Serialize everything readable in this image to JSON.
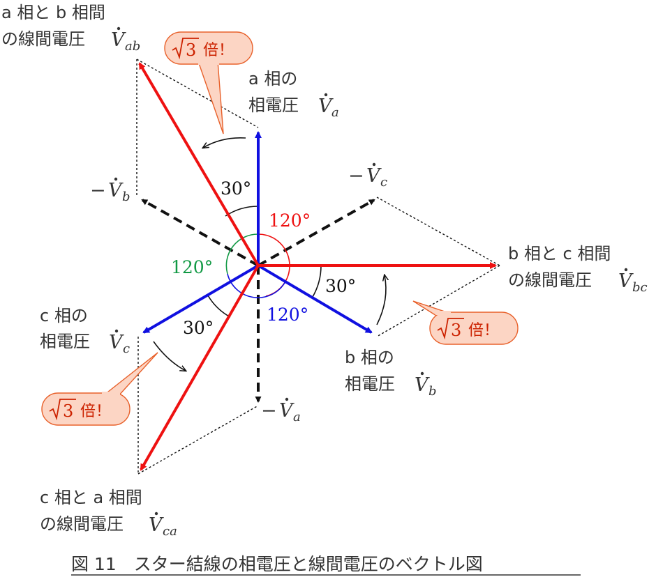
{
  "phase_labels": {
    "a": {
      "line1": "a 相の",
      "line2": "相電圧",
      "sym": "V",
      "sub": "a"
    },
    "b": {
      "line1": "b 相の",
      "line2": "相電圧",
      "sym": "V",
      "sub": "b"
    },
    "c": {
      "line1": "c 相の",
      "line2": "相電圧",
      "sym": "V",
      "sub": "c"
    }
  },
  "neg_labels": {
    "a": {
      "sign": "−",
      "sym": "V",
      "sub": "a"
    },
    "b": {
      "sign": "−",
      "sym": "V",
      "sub": "b"
    },
    "c": {
      "sign": "−",
      "sym": "V",
      "sub": "c"
    }
  },
  "line_labels": {
    "ab": {
      "line1": "a 相と b 相間",
      "line2": "の線間電圧",
      "sym": "V",
      "sub": "ab"
    },
    "bc": {
      "line1": "b 相と c 相間",
      "line2": "の線間電圧",
      "sym": "V",
      "sub": "bc"
    },
    "ca": {
      "line1": "c 相と a 相間",
      "line2": "の線間電圧",
      "sym": "V",
      "sub": "ca"
    }
  },
  "angles": {
    "red_120": "120°",
    "green_120": "120°",
    "blue_120": "120°",
    "deg30_ab": "30°",
    "deg30_bc": "30°",
    "deg30_ca": "30°"
  },
  "callouts": {
    "num": "3",
    "text": "倍！"
  },
  "caption": "図 11　スター結線の相電圧と線間電圧のベクトル図",
  "colors": {
    "phase": "#1010e0",
    "line": "#ee1111",
    "green_arc": "#119944",
    "callout_fill": "#fcd5c4",
    "callout_stroke": "#e8602a",
    "callout_text": "#cc2200"
  }
}
